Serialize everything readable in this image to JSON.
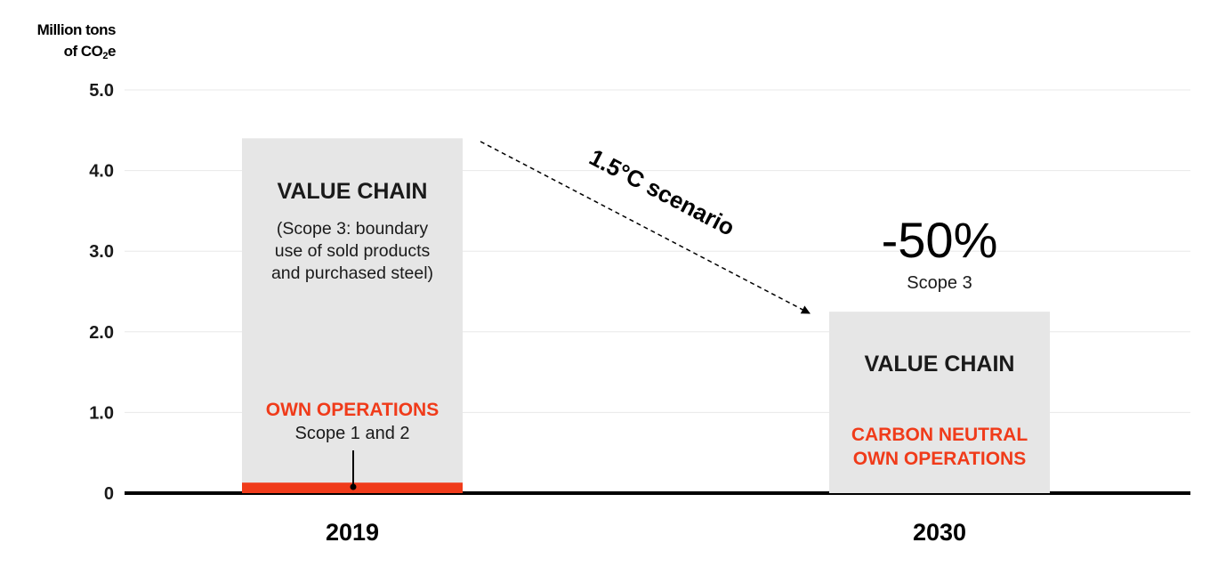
{
  "chart_data": {
    "type": "bar",
    "ylabel_line1": "Million tons",
    "ylabel_line2_prefix": "of CO",
    "ylabel_line2_sub": "2",
    "ylabel_line2_suffix": "e",
    "ylim": [
      0,
      5.0
    ],
    "yticks": [
      {
        "value": 0,
        "label": "0"
      },
      {
        "value": 1,
        "label": "1.0"
      },
      {
        "value": 2,
        "label": "2.0"
      },
      {
        "value": 3,
        "label": "3.0"
      },
      {
        "value": 4,
        "label": "4.0"
      },
      {
        "value": 5,
        "label": "5.0"
      }
    ],
    "grid": true,
    "categories": [
      "2019",
      "2030"
    ],
    "series": [
      {
        "name": "Own operations (Scope 1 and 2)",
        "values": [
          0.13,
          0.0
        ]
      },
      {
        "name": "Value chain (Scope 3)",
        "values": [
          4.27,
          2.25
        ]
      }
    ],
    "bars": [
      {
        "category": "2019",
        "total": 4.4,
        "own_operations": 0.13,
        "title": "VALUE CHAIN",
        "desc_lines": [
          "(Scope 3: boundary",
          "use of sold products",
          "and purchased steel)"
        ],
        "own_label": "OWN OPERATIONS",
        "own_sublabel": "Scope 1 and 2"
      },
      {
        "category": "2030",
        "total": 2.25,
        "own_operations": 0,
        "title": "VALUE CHAIN",
        "own_label_lines": [
          "CARBON NEUTRAL",
          "OWN OPERATIONS"
        ]
      }
    ],
    "annotations": {
      "scenario": "1.5°C scenario",
      "reduction": "-50%",
      "reduction_scope": "Scope 3"
    }
  },
  "colors": {
    "value_chain": "#e6e6e6",
    "own_operations": "#f03b1a",
    "axis": "#000000",
    "grid": "#e8e8e8",
    "text": "#1a1a1a"
  }
}
